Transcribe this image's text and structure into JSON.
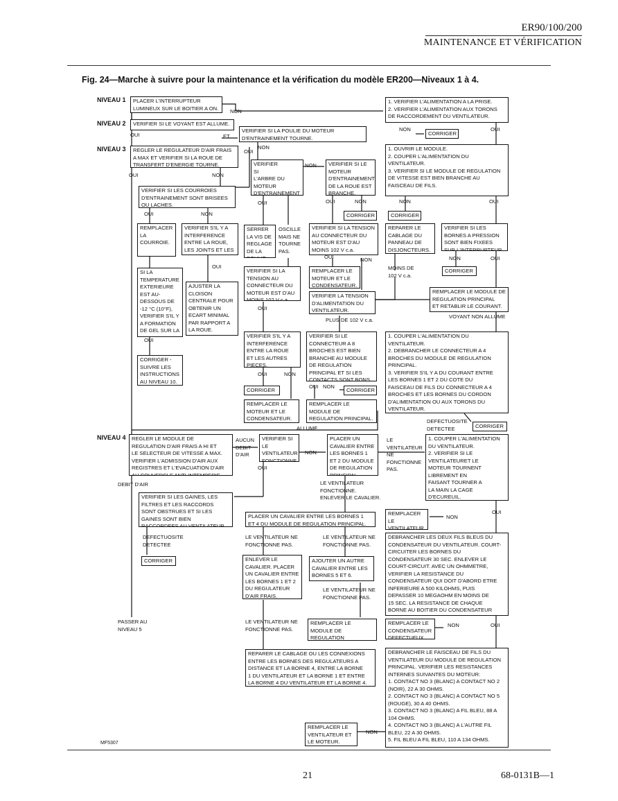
{
  "header": {
    "model": "ER90/100/200",
    "section": "MAINTENANCE ET VÉRIFICATION"
  },
  "figure_title": "Fig. 24—Marche à suivre pour la maintenance et la vérification du modèle ER200—Niveaux 1 à 4.",
  "levels": {
    "n1": "NIVEAU 1",
    "n2": "NIVEAU 2",
    "n3": "NIVEAU 3",
    "n4": "NIVEAU 4"
  },
  "boxes": {
    "n1_interrupteur": "PLACER L'INTERRUPTEUR\nLUMINEUX SUR LE BOITIER A ON.",
    "n2_voyant": "VERIFIER SI LE VOYANT EST ALLUME.",
    "alim_prise": "1. VERIFIER L'ALIMENTATION A LA PRISE.\n2. VERIFIER L'ALIMENTATION AUX TORONS\nDE RACCORDEMENT DU VENTILATEUR.",
    "poulie": "VERIFIER SI LA POULIE DU MOTEUR\nD'ENTRAINEMENT TOURNE.",
    "regulateur": "REGLER LE REGULATEUR D'AIR FRAIS\nA MAX ET VERIFIER SI LA ROUE DE\nTRANSFERT D'ENERGIE TOURNE.",
    "ouvrir_module": "1. OUVRIR LE MODULE.\n2. COUPER L'ALIMENTATION DU\n VENTILATEUR.\n3. VERIFIER SI LE MODULE DE REGULATION\n DE VITESSE EST BIEN BRANCHE AU\n FAISCEAU DE FILS.",
    "arbre": "VERIFIER\nSI\nL'ARBRE DU\nMOTEUR\nD'ENTRAINEMENT\nTOURNE.",
    "moteur_branche": "VERIFIER SI LE\nMOTEUR\nD'ENTRAINEMENT\nDE LA ROUE EST\nBRANCHE.",
    "courroies": "VERIFIER SI LES COURROIES\nD'ENTRAINEMENT SONT BRISEES\nOU LACHES.",
    "remplacer_courroie": "REMPLACER\nLA\nCOURROIE.",
    "interference_roue": "VERIFIER S'IL Y A\nINTERFERENCE\nENTRE LA ROUE,\nLES JOINTS ET LES\nAUTRES PIECES.",
    "serrer_vis": "SERRER\nLA VIS DE\nREGLAGE\nDE LA\nPOULIE.",
    "tension_102": "VERIFIER SI LA TENSION\nAU CONNECTEUR DU\nMOTEUR EST D'AU\nMOINS 102 V c.a.",
    "cablage_panneau": "REPARER LE\nCABLAGE DU\nPANNEAU DE\nDISJONCTEURS.",
    "bornes_pression": "VERIFIER SI LES\nBORNES A PRESSION\nSONT BIEN FIXEES\nSUR L'INTERRUPTEUR.",
    "temperature": "SI LA\nTEMPERATURE\nEXTERIEURE\nEST AU-\nDESSOUS DE\n-12 °C (10°F),\nVERIFIER S'IL Y\nA FORMATION\nDE GEL SUR LA\nROUE.",
    "cloison": "AJUSTER LA\nCLOISON\nCENTRALE POUR\nOBTENIR UN\nECART MINIMAL\nPAR RAPPORT A\nLA ROUE.",
    "tension_connecteur": "VERIFIER SI LA\nTENSION AU\nCONNECTEUR DU\nMOTEUR EST D'AU\nMOINS 102 V c.a.",
    "remplacer_moteur_cond1": "REMPLACER LE\nMOTEUR ET LE\nCONDENSATEUR.",
    "tension_alim": "VERIFIER LA TENSION\nD'ALIMENTATION DU\nVENTILATEUR.",
    "remplacer_module_reg": "REMPLACER LE MODULE DE\nREGULATION PRINCIPAL\nET RETABLIR LE COURANT.",
    "corriger_n10": "CORRIGER -\nSUIVRE LES\nINSTRUCTIONS\nAU NIVEAU 10.",
    "interference_pieces": "VERIFIER S'IL Y A\nINTERFERENCE\nENTRE LA ROUE\nET LES AUTRES\nPIECES.",
    "connecteur_8": "VERIFIER SI LE\nCONNECTEUR A 8\nBROCHES EST BIEN\nBRANCHE AU MODULE\nDE REGULATION\nPRINCIPAL ET SI LES\nCONTACTS SONT BONS.",
    "couper_alim_4": "1. COUPER L'ALIMENTATION DU\n VENTILATEUR.\n2. DEBRANCHER LE CONNECTEUR A 4\n BROCHES DU MODULE DE REGULATION\n PRINCIPAL.\n3. VERIFIER S'IL Y A DU COURANT ENTRE\n LES BORNES 1 ET 2 DU COTE DU\n FAISCEAU DE FILS DU CONNECTEUR A 4\n BROCHES ET LES BORNES DU CORDON\n D'ALIMENTATION OU AUX TORONS DU\n VENTILATEUR.",
    "remplacer_moteur_cond2": "REMPLACER LE\nMOTEUR ET LE\nCONDENSATEUR.",
    "remplacer_module2": "REMPLACER LE\nMODULE DE\nREGULATION PRINCIPAL.",
    "n4_regler": "REGLER LE MODULE DE\nREGULATION D'AIR FRAIS A HI ET\nLE SELECTEUR DE VITESSE A MAX.\nVERIFIER L'ADMISSION D'AIR AUX\nREGISTRES ET L'EVACUATION D'AIR\nAU COUVERCLE ANTI-INTEMPERIE.",
    "ventilateur_fonctionne": "VERIFIER SI\nLE\nVENTILATEUR\nFONCTIONNE.",
    "cavalier_1_2": "PLACER UN\nCAVALIER ENTRE\nLES BORNES 1\nET 2 DU MODULE\nDE REGULATION\nPRINCIPAL.",
    "couper_alim_vent": "1. COUPER L'ALIMENTATION\n DU VENTILATEUR.\n2. VERIFIER SI LE\n VENTILATEURET LE\n MOTEUR TOURNENT\n LIBREMENT EN\n FAISANT TOURNER A\n LA MAIN LA CAGE\n D'ECUREUIL.",
    "gaines": "VERIFIER SI LES GAINES, LES\nFILTRES ET LES RACCORDS\nSONT OBSTRUES ET SI LES\nGAINES SONT BIEN\nRACCORDEES AU VENTILATEUR.",
    "cavalier_1_4": "PLACER UN CAVALIER ENTRE LES BORNES 1\nET 4 DU MODULE DE REGULATION PRINCIPAL.",
    "remplacer_vent_moteur1": "REMPLACER LE\nVENTILATEUR\nET LE MOTEUR.",
    "fils_bleus": "DEBRANCHER LES DEUX FILS BLEUS DU\nCONDENSATEUR DU VENTILATEUR. COURT-\nCIRCUITER LES BORNES DU\nCONDENSATEUR 30 SEC. ENLEVER LE\nCOURT-CIRCUIT. AVEC UN OHMMETRE,\nVERIFIER LA RESISTANCE DU\nCONDENSATEUR QUI DOIT D'ABORD ETRE\nINFERIEURE A 500 KILOHMS, PUIS\nDEPASSER 10 MEGAOHM EN MOINS DE\n15 SEC. LA RESISTANCE DE CHAQUE\nBORNE AU BOITIER DU CONDENSATEUR\nDOIT ETRE SUPERIEURE A 10 MEGAOHM.",
    "corriger_gaines": "CORRIGER",
    "enlever_cavalier": "ENLEVER LE\nCAVALIER. PLACER\nUN CAVALIER ENTRE\nLES BORNES 1 ET 2\nDU REGULATEUR\nD'AIR FRAIS.",
    "cavalier_5_6": "AJOUTER UN AUTRE\nCAVALIER ENTRE LES\nBORNES 5 ET 6.",
    "remplacer_module3": "REMPLACER LE\nMODULE DE\nREGULATION PRINCIPAL.",
    "remplacer_condensateur": "REMPLACER LE\nCONDENSATEUR\nDEFECTUEUX.",
    "reparer_cablage": "REPARER LE CABLAGE OU LES CONNEXIONS\nENTRE LES BORNES DES REGULATEURS A\nDISTANCE ET LA BORNE 4, ENTRE LA BORNE\n1 DU VENTILATEUR ET LA BORNE 1 ET ENTRE\nLA BORNE 4 DU VENTILATEUR ET LA BORNE 4.",
    "faisceau_resistances": "DEBRANCHER LE FAISCEAU DE FILS DU\nVENTILATEUR DU MODULE DE REGULATION\nPRINCIPAL. VERIFIER LES RESISTANCES\nINTERNES SUIVANTES DU MOTEUR:\n1. CONTACT NO 3 (BLANC) A CONTACT NO 2\n (NOIR), 22 A 30 OHMS.\n2. CONTACT NO 3 (BLANC) A CONTACT NO 5\n (ROUGE), 30 A 40 OHMS.\n3. CONTACT NO 3 (BLANC) A FIL BLEU, 88 A\n 104 OHMS.\n4. CONTACT NO 3 (BLANC) A L'AUTRE FIL\n BLEU, 22 A 30 OHMS.\n5. FIL BLEU A FIL BLEU, 110 A 134 OHMS.",
    "remplacer_vent_moteur2": "REMPLACER LE\nVENTILATEUR ET\nLE MOTEUR.",
    "corriger": "CORRIGER"
  },
  "labels": {
    "non": "NON",
    "oui": "OUI",
    "et": "ET",
    "oscille": "OSCILLE\nMAIS NE\nTOURNE\nPAS.",
    "moins_102": "MOINS DE\n102 V c.a.",
    "plus_102": "PLUS DE 102 V c.a.",
    "voyant_non_allume": "VOYANT NON ALLUME",
    "allume": "ALLUME",
    "defectuosite": "DEFECTUOSITE\nDETECTEE",
    "aucun_debit": "AUCUN\nDEBIT\nD'AIR",
    "debit_air": "DEBIT D'AIR",
    "le_vent_ne_fonct_pas": "LE\nVENTILATEUR\nNE\nFONCTIONNE\nPAS.",
    "vent_fonct_enlever": "LE VENTILATEUR\nFONCTIONNE.\nENLEVER LE CAVALIER.",
    "vent_ne_fonct_pas": "LE VENTILATEUR NE\nFONCTIONNE PAS.",
    "passer_n5": "PASSER AU\nNIVEAU 5",
    "mf": "MF5307"
  },
  "footer": {
    "page": "21",
    "doc_number": "68-0131B—1"
  }
}
